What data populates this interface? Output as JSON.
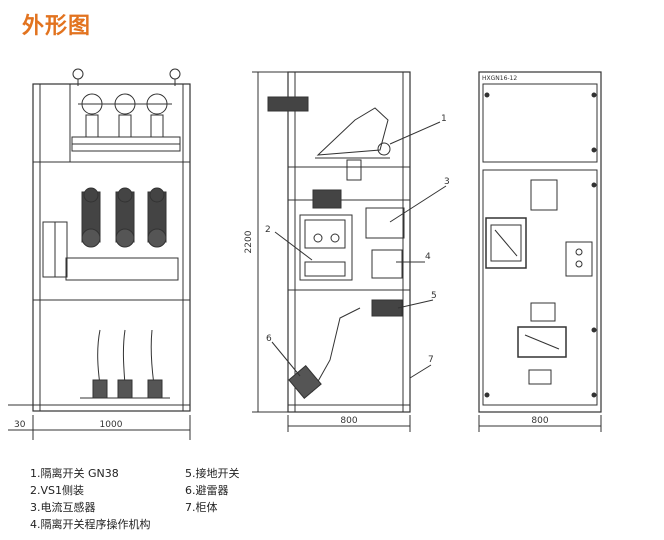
{
  "page": {
    "title": "外形图",
    "accent_color": "#e2731f"
  },
  "front_view": {
    "width_dim": "1000",
    "base_dim": "30"
  },
  "side_view": {
    "height_dim": "2200",
    "width_dim": "800",
    "callouts": [
      "1",
      "2",
      "3",
      "4",
      "5",
      "6",
      "7"
    ]
  },
  "back_view": {
    "model_label": "HXGN16-12",
    "width_dim": "800"
  },
  "legend": {
    "left": [
      "1.隔离开关 GN38",
      "2.VS1侧装",
      "3.电流互感器",
      "4.隔离开关程序操作机构"
    ],
    "right": [
      "5.接地开关",
      "6.避雷器",
      "7.柜体"
    ]
  }
}
